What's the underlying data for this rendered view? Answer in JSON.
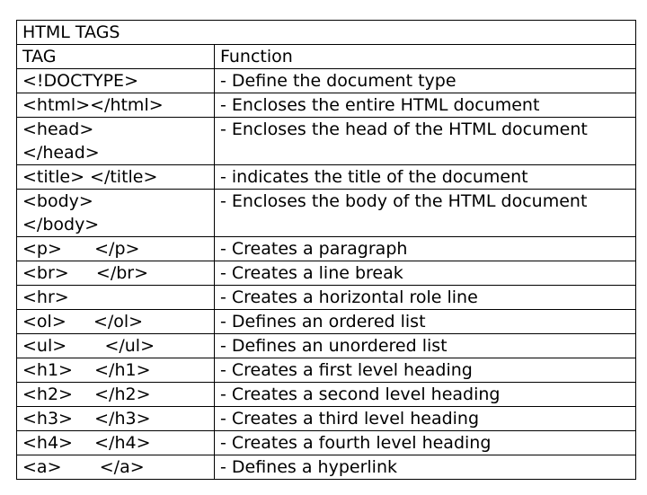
{
  "table": {
    "title": "HTML TAGS",
    "headers": [
      "TAG",
      "Function"
    ],
    "rows": [
      {
        "tag": [
          "<!DOCTYPE>"
        ],
        "fn": "- Define the document type"
      },
      {
        "tag": [
          "<html></html>"
        ],
        "fn": "- Encloses the entire HTML document"
      },
      {
        "tag": [
          "<head>",
          "</head>"
        ],
        "fn": "- Encloses the head of the HTML document"
      },
      {
        "tag": [
          "<title> </title>"
        ],
        "fn": "- indicates the title of the document"
      },
      {
        "tag": [
          "<body>",
          "</body>"
        ],
        "fn": "- Encloses the body of the HTML document"
      },
      {
        "tag": [
          "<p>      </p>"
        ],
        "fn": "- Creates a paragraph"
      },
      {
        "tag": [
          "<br>     </br>"
        ],
        "fn": "- Creates a line break"
      },
      {
        "tag": [
          "<hr>"
        ],
        "fn": "- Creates a horizontal role line"
      },
      {
        "tag": [
          "<ol>     </ol>"
        ],
        "fn": "- Defines an ordered list"
      },
      {
        "tag": [
          "<ul>       </ul>"
        ],
        "fn": "- Defines an unordered list"
      },
      {
        "tag": [
          "<h1>    </h1>"
        ],
        "fn": "- Creates a first level heading"
      },
      {
        "tag": [
          "<h2>    </h2>"
        ],
        "fn": "- Creates a second level heading"
      },
      {
        "tag": [
          "<h3>    </h3>"
        ],
        "fn": "- Creates a third level heading"
      },
      {
        "tag": [
          "<h4>    </h4>"
        ],
        "fn": "- Creates a fourth level heading"
      },
      {
        "tag": [
          "<a>       </a>"
        ],
        "fn": "- Defines a hyperlink"
      }
    ]
  }
}
